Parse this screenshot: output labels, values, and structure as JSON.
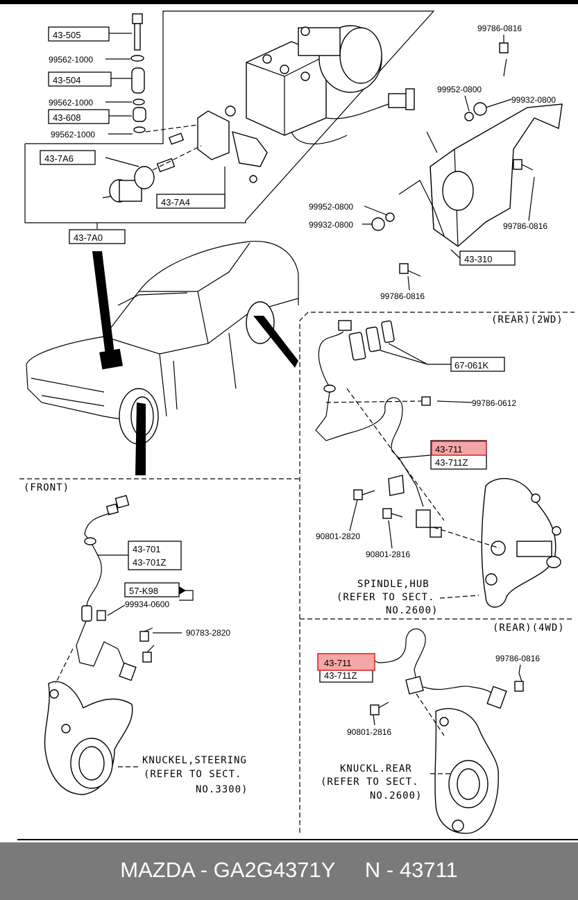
{
  "labels": {
    "l43505": "43-505",
    "l99562a": "99562-1000",
    "l43504": "43-504",
    "l99562b": "99562-1000",
    "l43608": "43-608",
    "l99562c": "99562-1000",
    "l437a6": "43-7A6",
    "l437a4": "43-7A4",
    "l437a0": "43-7A0",
    "l99786a": "99786-0816",
    "l99952a": "99952-0800",
    "l99932a": "99932-0800",
    "l99952b": "99952-0800",
    "l99932b": "99932-0800",
    "l99786b": "99786-0816",
    "l43310": "43-310",
    "l99786c": "99786-0816",
    "l67061k": "67-061K",
    "l99786d": "99786-0612",
    "l43711a": "43-711",
    "l43711za": "43-711Z",
    "l90801a": "90801-2820",
    "l90801b": "90801-2816",
    "l43701": "43-701",
    "l43701z": "43-701Z",
    "l57k98": "57-K98",
    "l99934": "99934-0600",
    "l90783": "90783-2820",
    "l43711b": "43-711",
    "l43711zb": "43-711Z",
    "l99786e": "99786-0816",
    "l90801c": "90801-2816"
  },
  "sections": {
    "rear2wd": "(REAR)(2WD)",
    "rear4wd": "(REAR)(4WD)",
    "front": "(FRONT)"
  },
  "notes": {
    "spindle1": "SPINDLE,HUB",
    "spindle2": "(REFER TO SECT.",
    "spindle3": "NO.2600)",
    "kst1": "KNUCKEL,STEERING",
    "kst2": "(REFER TO SECT.",
    "kst3": "NO.3300)",
    "krr1": "KNUCKL.REAR",
    "krr2": "(REFER TO SECT.",
    "krr3": "NO.2600)"
  },
  "footer": {
    "text": "MAZDA - GA2G4371Y     N - 43711"
  },
  "colors": {
    "highlight": "#f5a6a6",
    "footer_bg": "#7a7a7a"
  }
}
